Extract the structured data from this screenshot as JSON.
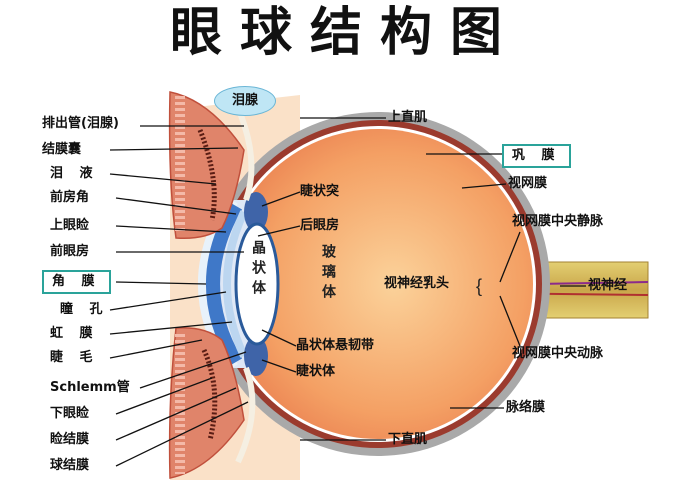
{
  "title": "眼球结构图",
  "labels": {
    "lacrimal_gland": "泪腺",
    "excretory_duct": "排出管(泪腺)",
    "conjunctival_sac": "结膜囊",
    "tear_fluid": "泪 液",
    "anterior_chamber_angle": "前房角",
    "upper_eyelid": "上眼睑",
    "anterior_chamber": "前眼房",
    "cornea": "角 膜",
    "pupil": "瞳 孔",
    "iris": "虹 膜",
    "eyelash": "睫 毛",
    "schlemm": "Schlemm管",
    "lower_eyelid": "下眼睑",
    "palpebral_conjunctiva": "睑结膜",
    "bulbar_conjunctiva": "球结膜",
    "superior_rectus": "上直肌",
    "sclera": "巩 膜",
    "retina": "视网膜",
    "ciliary_process": "睫状突",
    "posterior_chamber": "后眼房",
    "central_retinal_vein": "视网膜中央静脉",
    "lens": "晶状体",
    "vitreous": "玻璃体",
    "optic_disc": "视神经乳头",
    "optic_nerve": "视神经",
    "zonule": "晶状体悬韧带",
    "ciliary_body": "睫状体",
    "central_retinal_artery": "视网膜中央动脉",
    "choroid": "脉络膜",
    "inferior_rectus": "下直肌"
  },
  "colors": {
    "highlight_border": "#2aa39a",
    "vitreous": "#f3a26a",
    "sclera": "#9a9a9a",
    "cornea": "#3f78c8",
    "eyelid": "#e07a64"
  }
}
